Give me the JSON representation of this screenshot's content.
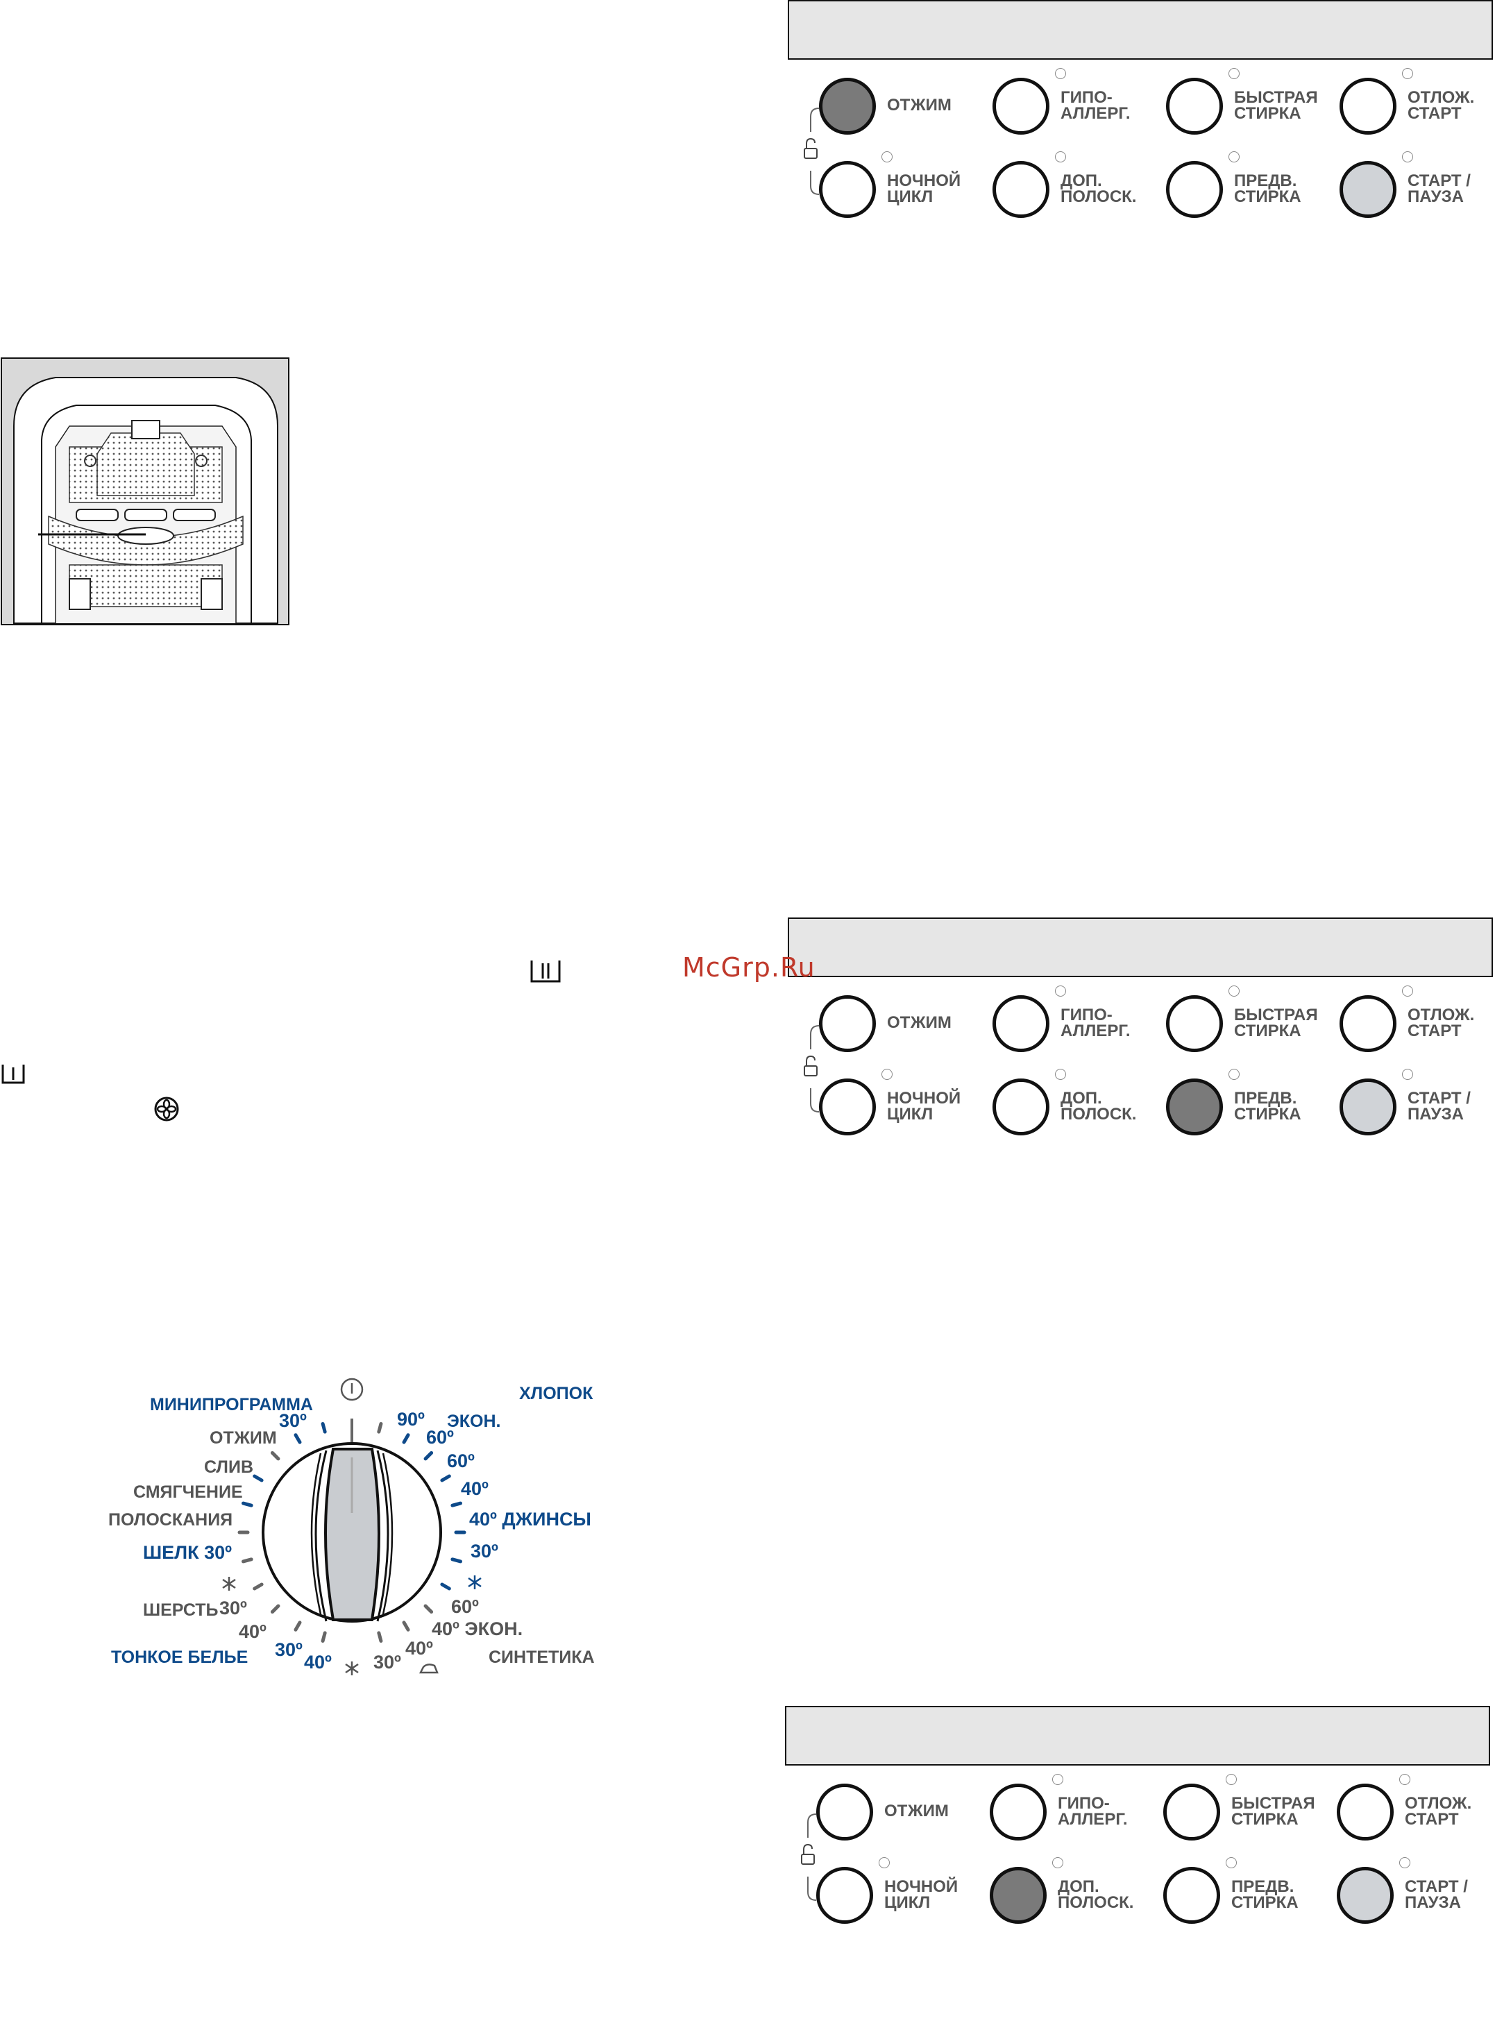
{
  "watermark": "McGrp.Ru",
  "panels": [
    {
      "buttons": [
        {
          "label": "ОТЖИМ",
          "state": "dark",
          "led": false
        },
        {
          "label": "ГИПО-\nАЛЛЕРГ.",
          "state": "normal",
          "led": true
        },
        {
          "label": "БЫСТРАЯ\nСТИРКА",
          "state": "normal",
          "led": true
        },
        {
          "label": "ОТЛОЖ.\nСТАРТ",
          "state": "normal",
          "led": true
        },
        {
          "label": "НОЧНОЙ\nЦИКЛ",
          "state": "normal",
          "led": true
        },
        {
          "label": "ДОП.\nПОЛОСК.",
          "state": "normal",
          "led": true
        },
        {
          "label": "ПРЕДВ.\nСТИРКА",
          "state": "normal",
          "led": true
        },
        {
          "label": "СТАРТ /\nПАУЗА",
          "state": "light",
          "led": true
        }
      ]
    },
    {
      "buttons": [
        {
          "label": "ОТЖИМ",
          "state": "normal",
          "led": false
        },
        {
          "label": "ГИПО-\nАЛЛЕРГ.",
          "state": "normal",
          "led": true
        },
        {
          "label": "БЫСТРАЯ\nСТИРКА",
          "state": "normal",
          "led": true
        },
        {
          "label": "ОТЛОЖ.\nСТАРТ",
          "state": "normal",
          "led": true
        },
        {
          "label": "НОЧНОЙ\nЦИКЛ",
          "state": "normal",
          "led": true
        },
        {
          "label": "ДОП.\nПОЛОСК.",
          "state": "normal",
          "led": true
        },
        {
          "label": "ПРЕДВ.\nСТИРКА",
          "state": "dark",
          "led": true
        },
        {
          "label": "СТАРТ /\nПАУЗА",
          "state": "light",
          "led": true
        }
      ]
    },
    {
      "buttons": [
        {
          "label": "ОТЖИМ",
          "state": "normal",
          "led": false
        },
        {
          "label": "ГИПО-\nАЛЛЕРГ.",
          "state": "normal",
          "led": true
        },
        {
          "label": "БЫСТРАЯ\nСТИРКА",
          "state": "normal",
          "led": true
        },
        {
          "label": "ОТЛОЖ.\nСТАРТ",
          "state": "normal",
          "led": true
        },
        {
          "label": "НОЧНОЙ\nЦИКЛ",
          "state": "normal",
          "led": true
        },
        {
          "label": "ДОП.\nПОЛОСК.",
          "state": "dark",
          "led": true
        },
        {
          "label": "ПРЕДВ.\nСТИРКА",
          "state": "normal",
          "led": true
        },
        {
          "label": "СТАРТ /\nПАУЗА",
          "state": "light",
          "led": true
        }
      ]
    }
  ],
  "dial": {
    "labels": {
      "mini": "МИНИПРОГРАММА",
      "mini_30": "30º",
      "spin": "ОТЖИМ",
      "drain": "СЛИВ",
      "soften": "СМЯГЧЕНИЕ",
      "rinse": "ПОЛОСКАНИЯ",
      "silk": "ШЕЛК 30º",
      "wool": "ШЕРСТЬ",
      "wool_30": "30º",
      "delicate_40": "40º",
      "delicate": "ТОНКОЕ БЕЛЬЕ",
      "delicate_30": "30º",
      "delicate_40b": "40º",
      "cotton": "ХЛОПОК",
      "c90": "90º",
      "econ": "ЭКОН.",
      "c60a": "60º",
      "c60b": "60º",
      "c40": "40º",
      "jeans": "40º ДЖИНСЫ",
      "c30": "30º",
      "s60": "60º",
      "s40econ": "40º ЭКОН.",
      "synthetics": "СИНТЕТИКА",
      "s40": "40º",
      "s30": "30º"
    }
  }
}
